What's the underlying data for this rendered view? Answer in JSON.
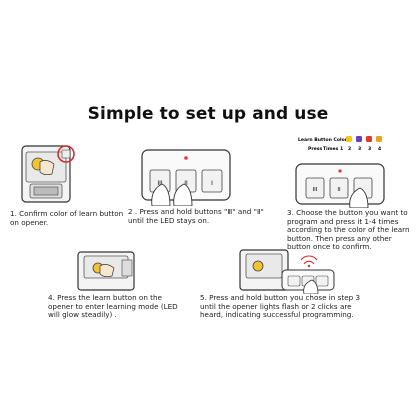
{
  "title": "Simple to set up and use",
  "steps": [
    {
      "number": "1.",
      "text": "Confirm color of learn button on opener."
    },
    {
      "number": "2 .",
      "text": "Press and hold buttons \"Ⅲ\" and \"Ⅱ\" until the LED stays on."
    },
    {
      "number": "3.",
      "text": "Choose the button you want to program and press it 1-4 times according to the color of the learn button. Then press any other button once to confirm."
    },
    {
      "number": "4.",
      "text": "Press the learn button on the opener to enter learning mode (LED will glow steadily) ."
    },
    {
      "number": "5.",
      "text": "Press and hold button you chose in step 3 until the opener lights flash or 2 clicks are heard, indicating successful programming."
    }
  ],
  "color_table": {
    "header": "Learn Button Color",
    "press_label": "Press",
    "times_label": "Times",
    "swatches": [
      "#f5c518",
      "#6a3fc4",
      "#e23b2e",
      "#f0a21a"
    ],
    "times": [
      "1",
      "2",
      "3",
      "3",
      "4"
    ]
  },
  "remote": {
    "button_ii": "II",
    "button_iii": "III",
    "button_i": "I"
  },
  "colors": {
    "led_red": "#e53935",
    "highlight_red": "#d32f2f",
    "learn_button_yellow": "#f2c230"
  }
}
